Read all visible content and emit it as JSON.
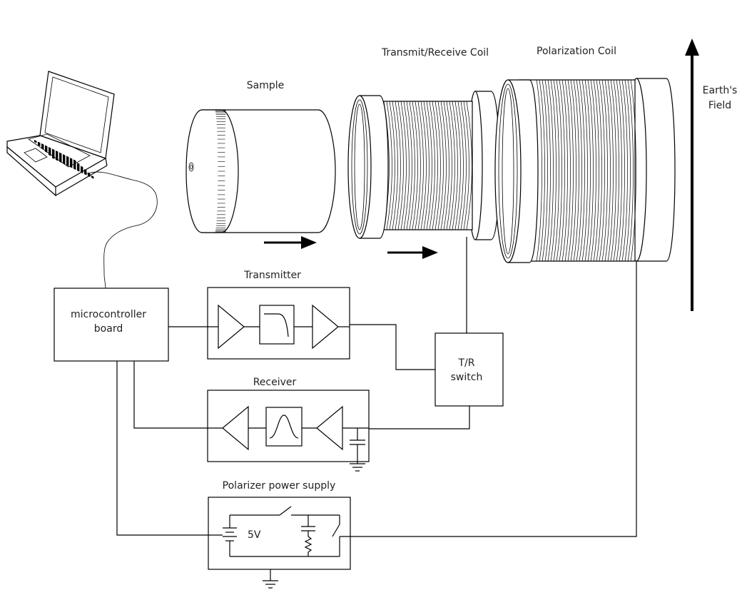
{
  "labels": {
    "sample": "Sample",
    "tr_coil": "Transmit/Receive Coil",
    "pol_coil": "Polarization Coil",
    "earth_field_line1": "Earth's",
    "earth_field_line2": "Field",
    "mcu_line1": "microcontroller",
    "mcu_line2": "board",
    "transmitter": "Transmitter",
    "receiver": "Receiver",
    "trswitch_line1": "T/R",
    "trswitch_line2": "switch",
    "polarizer_psu": "Polarizer power supply",
    "battery_voltage": "5V"
  },
  "icons": {
    "laptop": "laptop-icon",
    "amplifier": "amplifier-triangle-icon",
    "lowpass_filter": "lowpass-filter-icon",
    "bandpass_filter": "bandpass-filter-icon",
    "ground": "ground-icon",
    "battery": "battery-icon",
    "switch": "switch-icon",
    "capacitor": "capacitor-icon",
    "resistor": "resistor-icon",
    "arrow": "arrow-icon"
  },
  "colors": {
    "line": "#000000",
    "text": "#222222",
    "background": "#ffffff"
  }
}
